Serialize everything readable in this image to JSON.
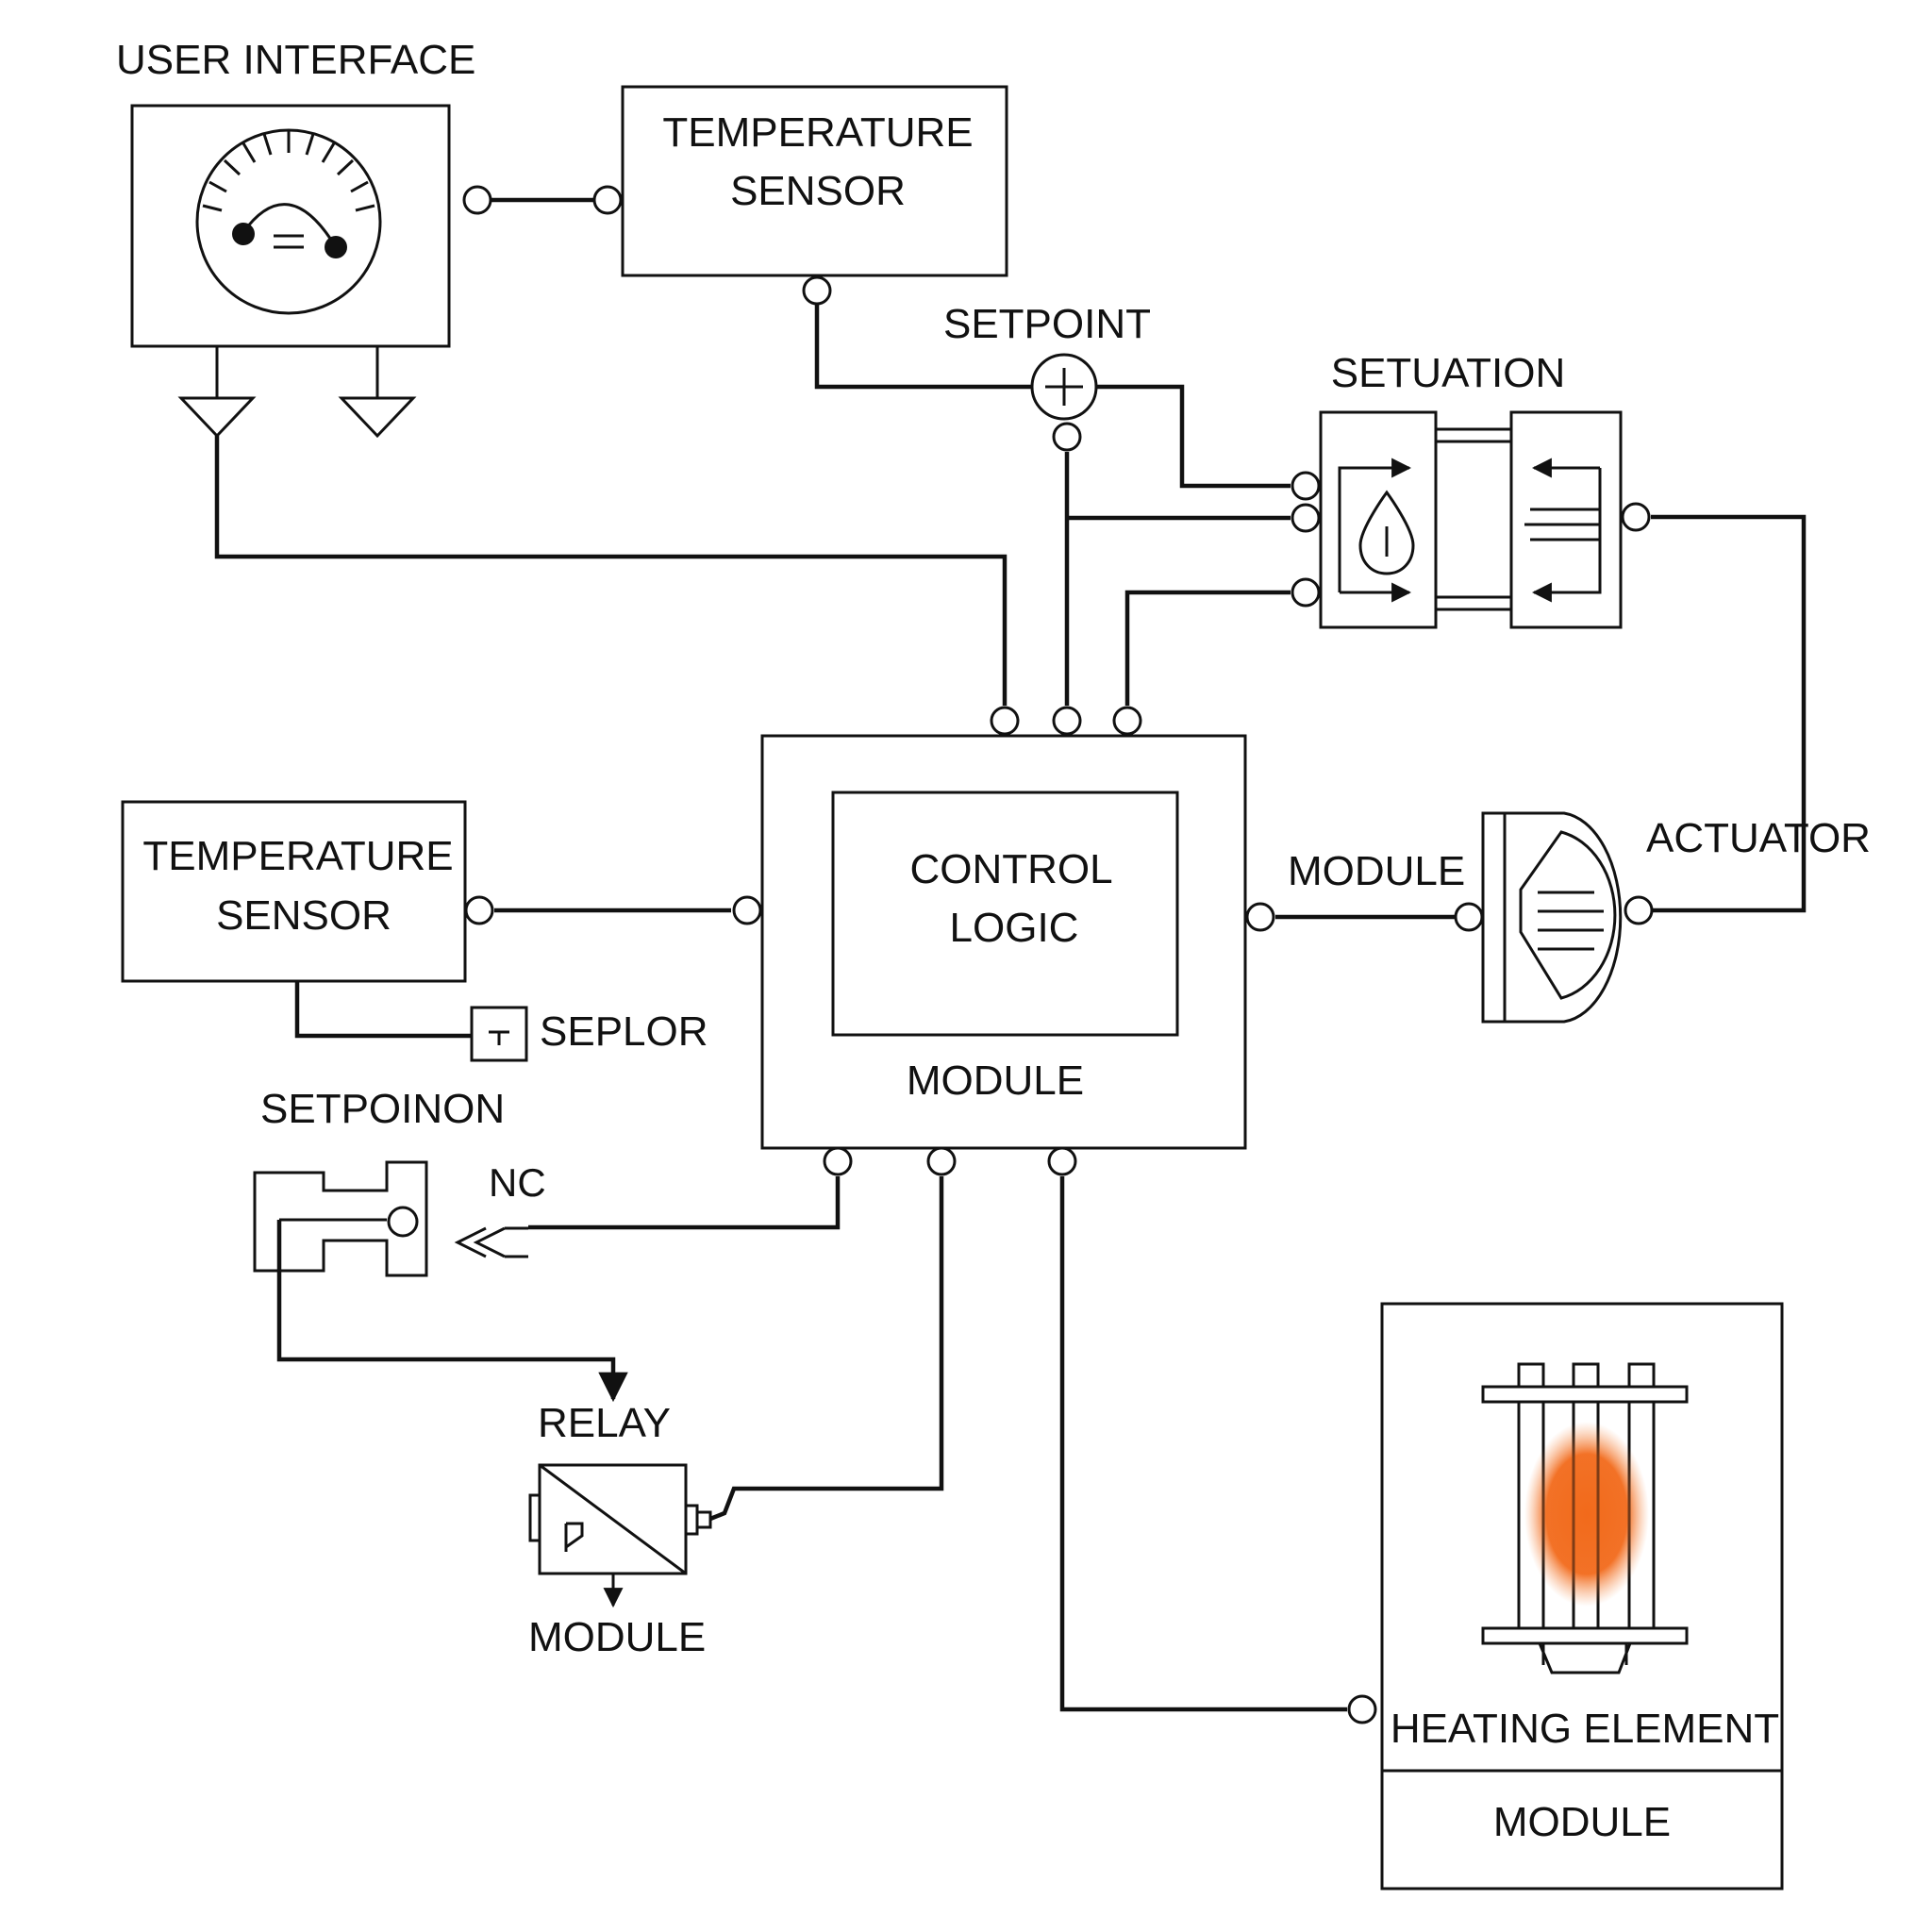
{
  "labels": {
    "user_interface": "USER INTERFACE",
    "temp_sensor_top_line1": "TEMPERATURE",
    "temp_sensor_top_line2": "SENSOR",
    "setpoint": "SETPOINT",
    "setuation": "SETUATION",
    "temp_sensor_left_line1": "TEMPERATURE",
    "temp_sensor_left_line2": "SENSOR",
    "seplor": "SEPLOR",
    "setpoinon": "SETPOINON",
    "nc": "NC",
    "control_logic_line1": "CONTROL",
    "control_logic_line2": "LOGIC",
    "control_module": "MODULE",
    "actuator_module": "MODULE",
    "actuator": "ACTUATOR",
    "relay": "RELAY",
    "relay_module": "MODULE",
    "heating_element": "HEATING ELEMENT",
    "heating_module": "MODULE"
  },
  "colors": {
    "line": "#111111",
    "heat_glow": "#f26a1b"
  }
}
